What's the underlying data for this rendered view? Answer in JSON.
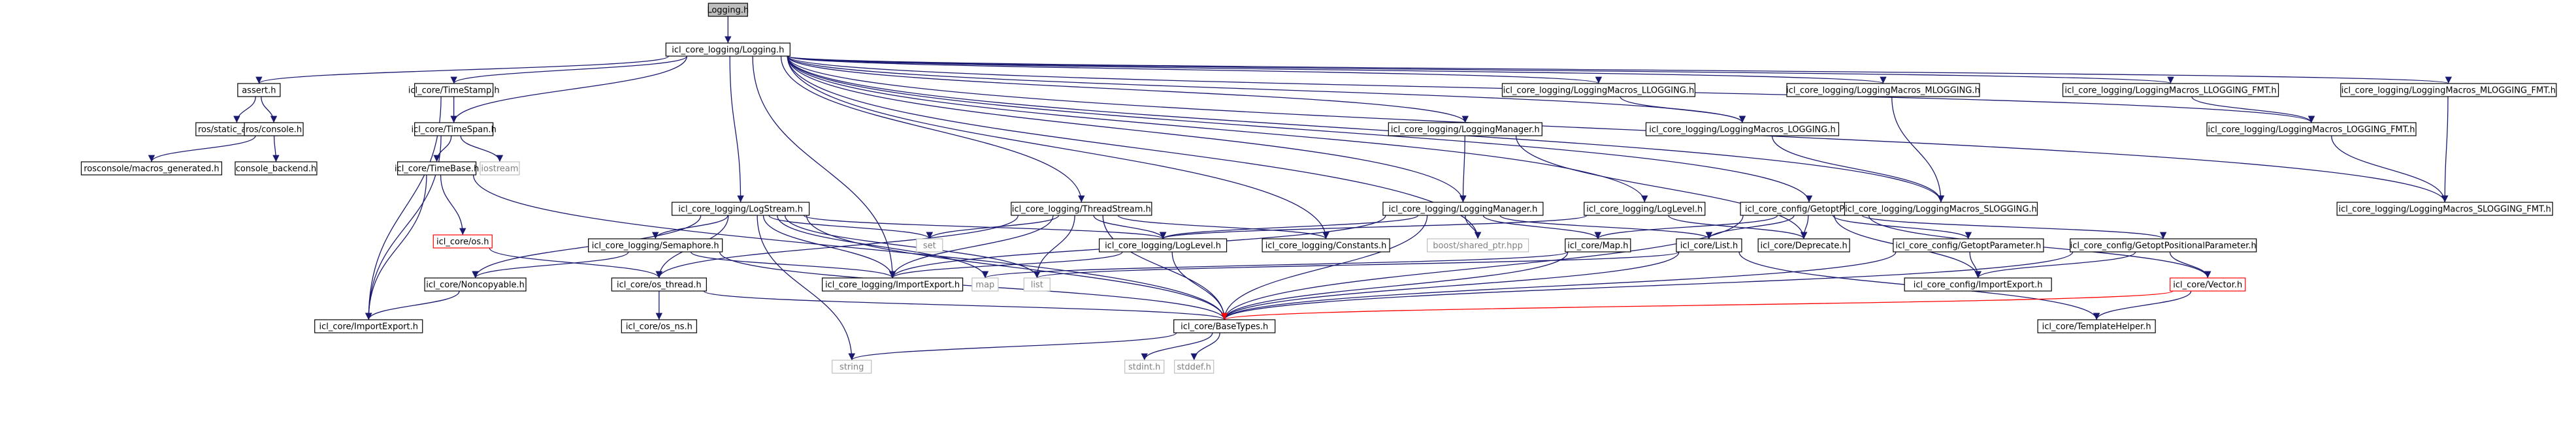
{
  "colors": {
    "edge": "#191970",
    "edge_red": "#ff0000",
    "border_normal": "#000000",
    "border_red": "#ff0000",
    "border_gray": "#bfbfbf",
    "fill_root": "#bfbfbf",
    "fill_normal": "#ffffff",
    "text_normal": "#000000",
    "text_gray": "#7f7f7f"
  },
  "nodes": [
    {
      "id": "logging_h",
      "label": "Logging.h",
      "style": "root"
    },
    {
      "id": "icl_logging",
      "label": "icl_core_logging/Logging.h",
      "style": "normal"
    },
    {
      "id": "assert_h",
      "label": "assert.h",
      "style": "normal"
    },
    {
      "id": "timestamp",
      "label": "icl_core/TimeStamp.h",
      "style": "normal"
    },
    {
      "id": "lm_llog",
      "label": "icl_core_logging/LoggingMacros_LLOGGING.h",
      "style": "normal"
    },
    {
      "id": "lm_mlog",
      "label": "icl_core_logging/LoggingMacros_MLOGGING.h",
      "style": "normal"
    },
    {
      "id": "lm_llog_fmt",
      "label": "icl_core_logging/LoggingMacros_LLOGGING_FMT.h",
      "style": "normal"
    },
    {
      "id": "lm_mlog_fmt",
      "label": "icl_core_logging/LoggingMacros_MLOGGING_FMT.h",
      "style": "normal"
    },
    {
      "id": "ros_static_assert",
      "label": "ros/static_assert.h",
      "style": "normal"
    },
    {
      "id": "ros_console",
      "label": "ros/console.h",
      "style": "normal"
    },
    {
      "id": "timespan",
      "label": "icl_core/TimeSpan.h",
      "style": "normal"
    },
    {
      "id": "lm_logging",
      "label": "icl_core_logging/LoggingMacros_LOGGING.h",
      "style": "normal"
    },
    {
      "id": "lm_logging_fmt",
      "label": "icl_core_logging/LoggingMacros_LOGGING_FMT.h",
      "style": "normal"
    },
    {
      "id": "logging_manager_h",
      "label": "icl_core_logging/LoggingManager.h",
      "style": "normal"
    },
    {
      "id": "rosconsole_macros",
      "label": "rosconsole/macros_generated.h",
      "style": "normal"
    },
    {
      "id": "console_backend",
      "label": "console_backend.h",
      "style": "normal"
    },
    {
      "id": "timebase",
      "label": "icl_core/TimeBase.h",
      "style": "normal"
    },
    {
      "id": "iostream",
      "label": "iostream",
      "style": "gray"
    },
    {
      "id": "logstream",
      "label": "icl_core_logging/LogStream.h",
      "style": "normal"
    },
    {
      "id": "threadstream",
      "label": "icl_core_logging/ThreadStream.h",
      "style": "normal"
    },
    {
      "id": "logging_manager_i",
      "label": "icl_core_logging/LoggingManager.h",
      "style": "normal"
    },
    {
      "id": "loglevel_top",
      "label": "icl_core_logging/LogLevel.h",
      "style": "normal"
    },
    {
      "id": "getoptparser",
      "label": "icl_core_config/GetoptParser.h",
      "style": "normal"
    },
    {
      "id": "lm_slogging",
      "label": "icl_core_logging/LoggingMacros_SLOGGING.h",
      "style": "normal"
    },
    {
      "id": "lm_slogging_fmt",
      "label": "icl_core_logging/LoggingMacros_SLOGGING_FMT.h",
      "style": "normal"
    },
    {
      "id": "os_h",
      "label": "icl_core/os.h",
      "style": "red"
    },
    {
      "id": "semaphore",
      "label": "icl_core_logging/Semaphore.h",
      "style": "normal"
    },
    {
      "id": "set",
      "label": "set",
      "style": "gray"
    },
    {
      "id": "loglevel_mid",
      "label": "icl_core_logging/LogLevel.h",
      "style": "normal"
    },
    {
      "id": "constants",
      "label": "icl_core_logging/Constants.h",
      "style": "normal"
    },
    {
      "id": "boost_shared",
      "label": "boost/shared_ptr.hpp",
      "style": "gray"
    },
    {
      "id": "map_h",
      "label": "icl_core/Map.h",
      "style": "normal"
    },
    {
      "id": "list_h",
      "label": "icl_core/List.h",
      "style": "normal"
    },
    {
      "id": "deprecate",
      "label": "icl_core/Deprecate.h",
      "style": "normal"
    },
    {
      "id": "getoptparam",
      "label": "icl_core_config/GetoptParameter.h",
      "style": "normal"
    },
    {
      "id": "getoptposparam",
      "label": "icl_core_config/GetoptPositionalParameter.h",
      "style": "normal"
    },
    {
      "id": "noncopyable",
      "label": "icl_core/Noncopyable.h",
      "style": "normal"
    },
    {
      "id": "os_thread",
      "label": "icl_core/os_thread.h",
      "style": "normal"
    },
    {
      "id": "importexport_log",
      "label": "icl_core_logging/ImportExport.h",
      "style": "normal"
    },
    {
      "id": "map_std",
      "label": "map",
      "style": "gray"
    },
    {
      "id": "list_std",
      "label": "list",
      "style": "gray"
    },
    {
      "id": "cfg_importexport",
      "label": "icl_core_config/ImportExport.h",
      "style": "normal"
    },
    {
      "id": "vector_h",
      "label": "icl_core/Vector.h",
      "style": "red"
    },
    {
      "id": "core_importexport",
      "label": "icl_core/ImportExport.h",
      "style": "normal"
    },
    {
      "id": "os_ns",
      "label": "icl_core/os_ns.h",
      "style": "normal"
    },
    {
      "id": "basetypes",
      "label": "icl_core/BaseTypes.h",
      "style": "normal"
    },
    {
      "id": "templatehelper",
      "label": "icl_core/TemplateHelper.h",
      "style": "normal"
    },
    {
      "id": "string",
      "label": "string",
      "style": "gray"
    },
    {
      "id": "stdint",
      "label": "stdint.h",
      "style": "gray"
    },
    {
      "id": "stddef",
      "label": "stddef.h",
      "style": "gray"
    }
  ],
  "edges": [
    [
      "logging_h",
      "icl_logging"
    ],
    [
      "icl_logging",
      "assert_h"
    ],
    [
      "icl_logging",
      "timestamp"
    ],
    [
      "icl_logging",
      "lm_llog"
    ],
    [
      "icl_logging",
      "lm_mlog"
    ],
    [
      "icl_logging",
      "lm_llog_fmt"
    ],
    [
      "icl_logging",
      "lm_mlog_fmt"
    ],
    [
      "icl_logging",
      "timespan"
    ],
    [
      "icl_logging",
      "lm_logging"
    ],
    [
      "icl_logging",
      "lm_logging_fmt"
    ],
    [
      "icl_logging",
      "logging_manager_h"
    ],
    [
      "icl_logging",
      "logstream"
    ],
    [
      "icl_logging",
      "threadstream"
    ],
    [
      "icl_logging",
      "logging_manager_i"
    ],
    [
      "icl_logging",
      "loglevel_top"
    ],
    [
      "icl_logging",
      "getoptparser"
    ],
    [
      "icl_logging",
      "lm_slogging"
    ],
    [
      "icl_logging",
      "lm_slogging_fmt"
    ],
    [
      "icl_logging",
      "constants"
    ],
    [
      "icl_logging",
      "boost_shared"
    ],
    [
      "icl_logging",
      "importexport_log"
    ],
    [
      "assert_h",
      "ros_static_assert"
    ],
    [
      "assert_h",
      "ros_console"
    ],
    [
      "ros_console",
      "rosconsole_macros"
    ],
    [
      "ros_console",
      "console_backend"
    ],
    [
      "timestamp",
      "timespan"
    ],
    [
      "timestamp",
      "core_importexport"
    ],
    [
      "timespan",
      "timebase"
    ],
    [
      "timespan",
      "iostream"
    ],
    [
      "timespan",
      "core_importexport"
    ],
    [
      "timebase",
      "os_h"
    ],
    [
      "timebase",
      "core_importexport"
    ],
    [
      "timebase",
      "basetypes"
    ],
    [
      "os_h",
      "os_thread"
    ],
    [
      "lm_llog",
      "lm_logging"
    ],
    [
      "lm_mlog",
      "lm_slogging"
    ],
    [
      "lm_llog_fmt",
      "lm_logging_fmt"
    ],
    [
      "lm_mlog_fmt",
      "lm_slogging_fmt"
    ],
    [
      "lm_logging",
      "lm_slogging"
    ],
    [
      "lm_logging_fmt",
      "lm_slogging_fmt"
    ],
    [
      "logging_manager_h",
      "logging_manager_i"
    ],
    [
      "logging_manager_h",
      "deprecate"
    ],
    [
      "logstream",
      "set"
    ],
    [
      "logstream",
      "semaphore"
    ],
    [
      "logstream",
      "noncopyable"
    ],
    [
      "logstream",
      "os_thread"
    ],
    [
      "logstream",
      "importexport_log"
    ],
    [
      "logstream",
      "loglevel_mid"
    ],
    [
      "logstream",
      "map_std"
    ],
    [
      "logstream",
      "list_std"
    ],
    [
      "logstream",
      "basetypes"
    ],
    [
      "logstream",
      "string"
    ],
    [
      "threadstream",
      "set"
    ],
    [
      "threadstream",
      "loglevel_mid"
    ],
    [
      "threadstream",
      "constants"
    ],
    [
      "threadstream",
      "importexport_log"
    ],
    [
      "threadstream",
      "os_thread"
    ],
    [
      "threadstream",
      "list_std"
    ],
    [
      "threadstream",
      "basetypes"
    ],
    [
      "logging_manager_i",
      "loglevel_mid"
    ],
    [
      "logging_manager_i",
      "boost_shared"
    ],
    [
      "logging_manager_i",
      "map_h"
    ],
    [
      "logging_manager_i",
      "list_h"
    ],
    [
      "logging_manager_i",
      "importexport_log"
    ],
    [
      "logging_manager_i",
      "basetypes"
    ],
    [
      "loglevel_top",
      "loglevel_mid"
    ],
    [
      "loglevel_top",
      "deprecate"
    ],
    [
      "getoptparser",
      "map_h"
    ],
    [
      "getoptparser",
      "list_h"
    ],
    [
      "getoptparser",
      "deprecate"
    ],
    [
      "getoptparser",
      "getoptparam"
    ],
    [
      "getoptparser",
      "getoptposparam"
    ],
    [
      "getoptparser",
      "cfg_importexport"
    ],
    [
      "getoptparser",
      "vector_h"
    ],
    [
      "getoptparser",
      "basetypes"
    ],
    [
      "semaphore",
      "importexport_log"
    ],
    [
      "semaphore",
      "basetypes"
    ],
    [
      "semaphore",
      "noncopyable"
    ],
    [
      "loglevel_mid",
      "importexport_log"
    ],
    [
      "loglevel_mid",
      "basetypes"
    ],
    [
      "map_h",
      "map_std"
    ],
    [
      "map_h",
      "basetypes"
    ],
    [
      "list_h",
      "list_std"
    ],
    [
      "list_h",
      "basetypes"
    ],
    [
      "list_h",
      "templatehelper"
    ],
    [
      "getoptparam",
      "cfg_importexport"
    ],
    [
      "getoptparam",
      "basetypes"
    ],
    [
      "getoptposparam",
      "cfg_importexport"
    ],
    [
      "getoptposparam",
      "vector_h"
    ],
    [
      "getoptposparam",
      "basetypes"
    ],
    [
      "noncopyable",
      "core_importexport"
    ],
    [
      "os_thread",
      "os_ns"
    ],
    [
      "os_thread",
      "basetypes"
    ],
    [
      "vector_h",
      "basetypes",
      "red"
    ],
    [
      "vector_h",
      "templatehelper"
    ],
    [
      "basetypes",
      "string"
    ],
    [
      "basetypes",
      "stdint"
    ],
    [
      "basetypes",
      "stddef"
    ]
  ]
}
